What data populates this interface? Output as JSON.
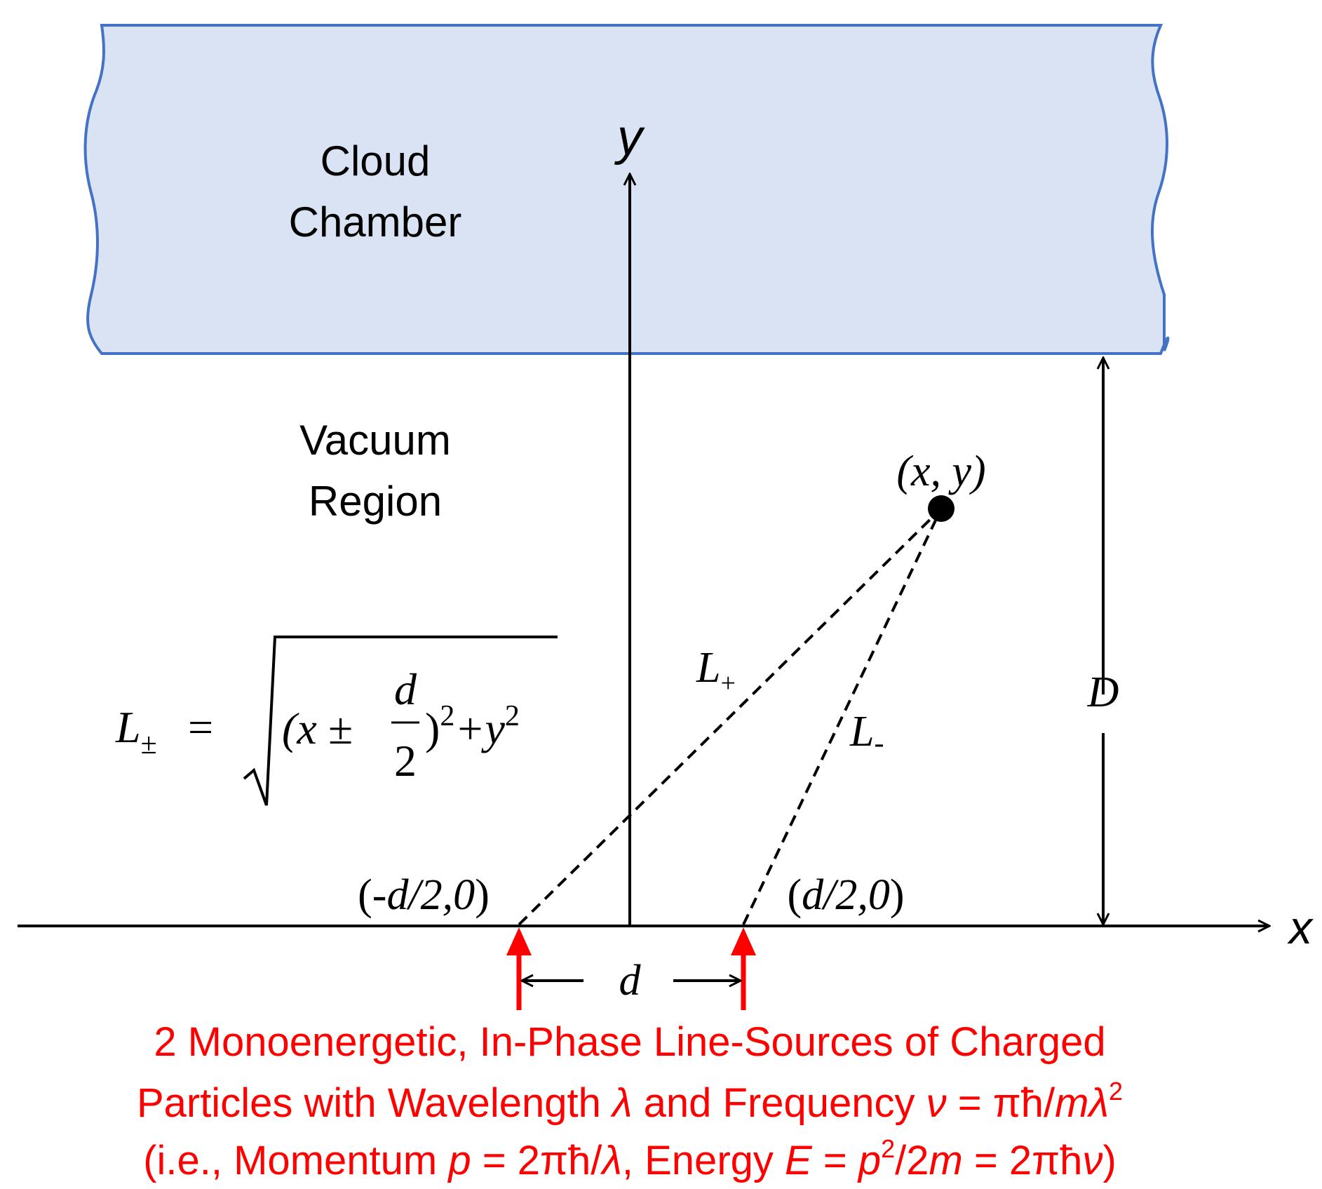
{
  "colors": {
    "chamber_fill": "#dae3f3",
    "chamber_stroke": "#4472c4",
    "ink": "#000000",
    "source": "#ff0000"
  },
  "chamber": {
    "line1": "Cloud",
    "line2": "Chamber"
  },
  "vacuum": {
    "line1": "Vacuum",
    "line2": "Region"
  },
  "axes": {
    "x_label": "x",
    "y_label": "y"
  },
  "point_label": "(x, y)",
  "left_source": {
    "open": "(-",
    "var": "d/2,0",
    "close": ")"
  },
  "right_source": {
    "open": "(",
    "var": "d/2,0",
    "close": ")"
  },
  "L_plus": {
    "base": "L",
    "sub": "+"
  },
  "L_minus": {
    "base": "L",
    "sub": "-"
  },
  "D_label": "D",
  "d_label": "d",
  "formula": {
    "lhs_base": "L",
    "lhs_sub": "±",
    "equals": "=",
    "open": "(x ±",
    "frac_num": "d",
    "frac_den": "2",
    "close": ")",
    "sq1": "2",
    "plus_y": "+y",
    "sq2": "2"
  },
  "caption": {
    "line1": "2 Monoenergetic, In-Phase Line-Sources of Charged",
    "line2": {
      "a": "Particles with Wavelength ",
      "b": "λ",
      "c": " and Frequency ",
      "d": "ν",
      "e": " = πħ/",
      "f": "mλ",
      "g": "2"
    },
    "line3": {
      "a": "(i.e., Momentum ",
      "b": "p",
      "c": " = 2πħ/",
      "d": "λ",
      "e": ", Energy ",
      "f": "E",
      "g": " = ",
      "h": "p",
      "i": "2",
      "j": "/2",
      "k": "m",
      "l": " = 2πħ",
      "m": "ν",
      "n": ")"
    }
  }
}
